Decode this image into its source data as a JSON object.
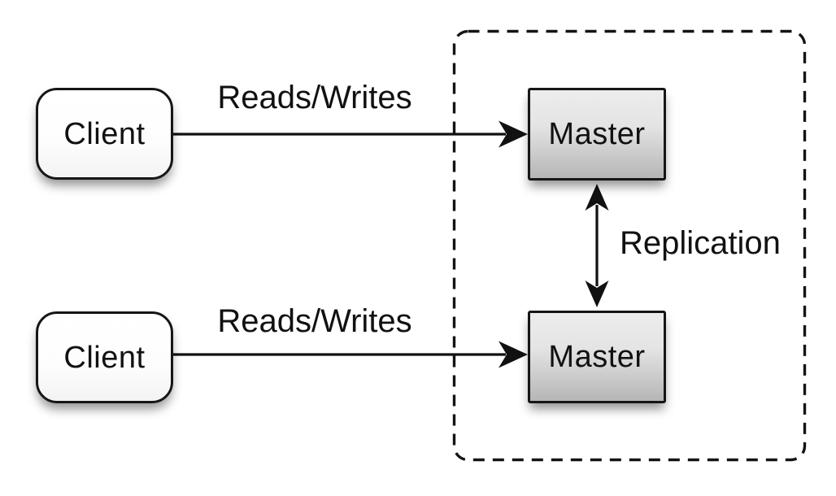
{
  "diagram": {
    "nodes": {
      "client_top": {
        "label": "Client"
      },
      "client_bottom": {
        "label": "Client"
      },
      "master_top": {
        "label": "Master"
      },
      "master_bottom": {
        "label": "Master"
      }
    },
    "edges": {
      "reads_writes_top": {
        "label": "Reads/Writes"
      },
      "reads_writes_bottom": {
        "label": "Reads/Writes"
      },
      "replication": {
        "label": "Replication"
      }
    },
    "colors": {
      "background": "#ffffff",
      "stroke": "#161616",
      "text": "#111111",
      "master_gradient_top": "#ededed",
      "master_gradient_bottom": "#b6b6b6",
      "client_fill": "#ffffff"
    }
  }
}
